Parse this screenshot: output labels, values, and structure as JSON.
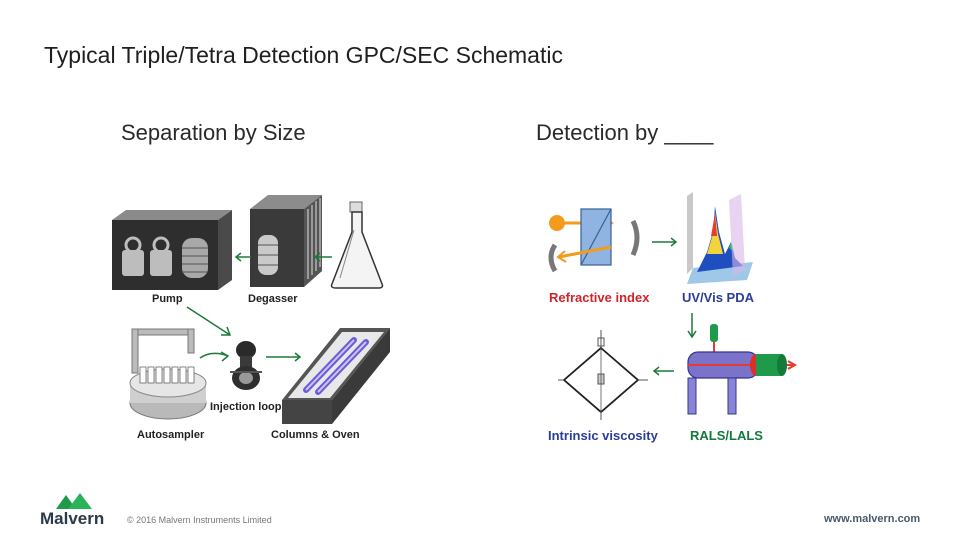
{
  "slide": {
    "title": "Typical Triple/Tetra Detection GPC/SEC Schematic",
    "left_heading": "Separation by Size",
    "right_heading": "Detection by ____"
  },
  "separation": {
    "pump": "Pump",
    "degasser": "Degasser",
    "autosampler": "Autosampler",
    "injection_loop": "Injection loop",
    "columns_oven": "Columns & Oven"
  },
  "detection": {
    "refractive_index": "Refractive index",
    "uv_vis_pda": "UV/Vis PDA",
    "intrinsic_viscosity": "Intrinsic viscosity",
    "rals_lals": "RALS/LALS"
  },
  "footer": {
    "brand": "Malvern",
    "copyright": "© 2016 Malvern Instruments Limited",
    "url": "www.malvern.com"
  },
  "colors": {
    "red_label": "#d2232a",
    "blue_label": "#2a3d9a",
    "green_label": "#117a3c",
    "arrow_green": "#1e7a3a",
    "brand_green": "#1e9a4a"
  }
}
